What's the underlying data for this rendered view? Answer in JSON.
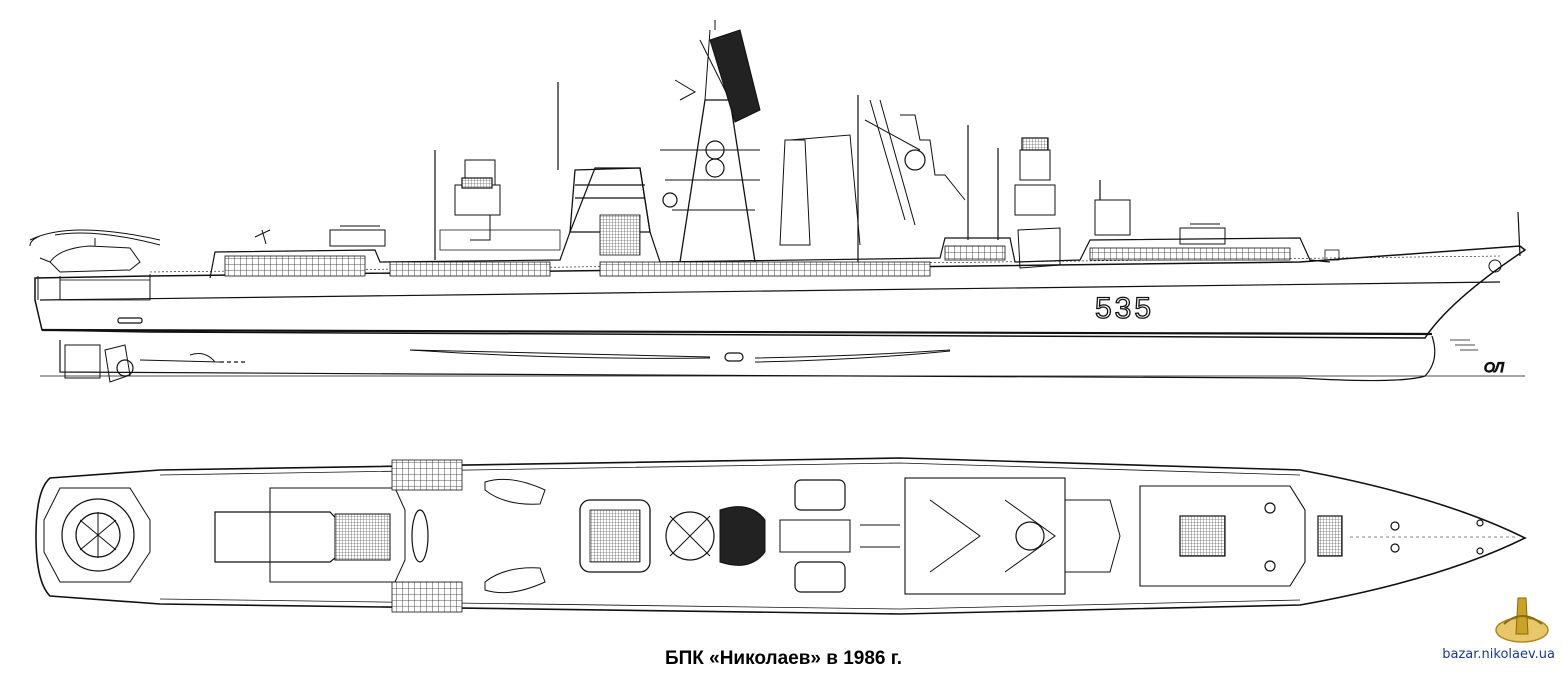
{
  "caption": "БПК «Николаев» в 1986 г.",
  "website": "bazar.nikolaev.ua",
  "side_view": {
    "hull_number": "535",
    "waterline_label": "ОЛ"
  },
  "colors": {
    "line": "#111111",
    "background": "#ffffff",
    "logo_gold": "#c9a227",
    "website_text": "#1a3a8a"
  }
}
